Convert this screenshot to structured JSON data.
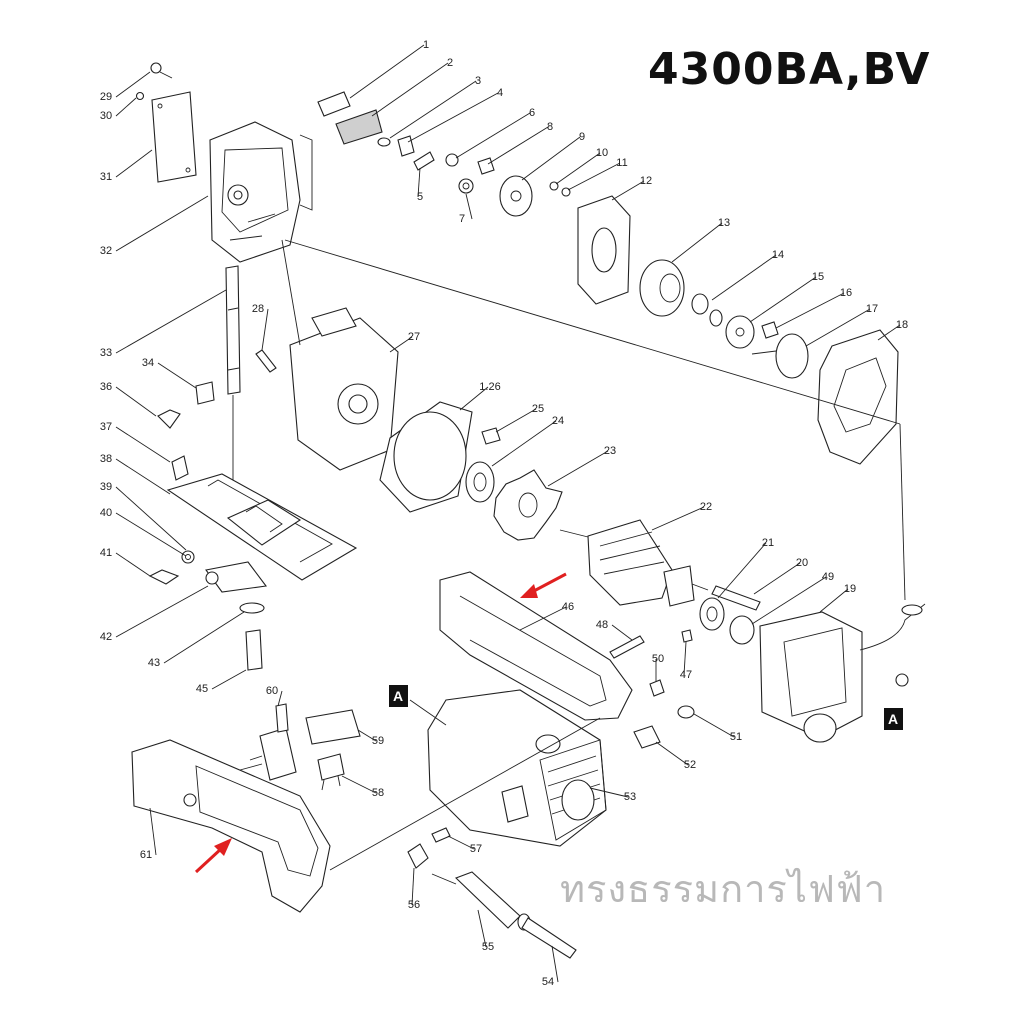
{
  "title": "4300BA,BV",
  "watermark": "ทรงธรรมการไฟฟ้า",
  "connector_label": "A",
  "accent_color": "#e02020",
  "part_labels": [
    "1",
    "2",
    "3",
    "4",
    "5",
    "6",
    "7",
    "8",
    "9",
    "10",
    "11",
    "12",
    "13",
    "14",
    "15",
    "16",
    "17",
    "18",
    "19",
    "20",
    "21",
    "22",
    "23",
    "24",
    "25",
    "1.26",
    "27",
    "28",
    "29",
    "30",
    "31",
    "32",
    "33",
    "34",
    "36",
    "37",
    "38",
    "39",
    "40",
    "41",
    "42",
    "43",
    "45",
    "46",
    "47",
    "48",
    "49",
    "50",
    "51",
    "52",
    "53",
    "54",
    "55",
    "56",
    "57",
    "58",
    "59",
    "60",
    "61"
  ]
}
